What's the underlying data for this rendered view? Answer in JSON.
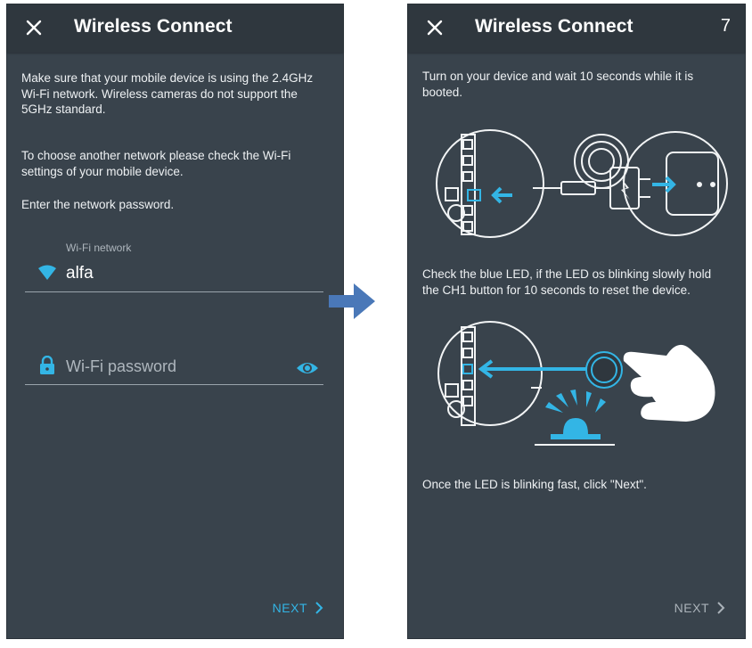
{
  "left_screen": {
    "title": "Wireless Connect",
    "para1": "Make sure that your mobile device is using the 2.4GHz Wi-Fi network. Wireless cameras do not support the 5GHz standard.",
    "para2": "To choose another network please check the Wi-Fi settings of your mobile device.",
    "para3": "Enter the network password.",
    "wifi_label": "Wi-Fi network",
    "wifi_value": "alfa",
    "password_placeholder": "Wi-Fi password",
    "next_label": "NEXT"
  },
  "right_screen": {
    "title": "Wireless Connect",
    "step": "7",
    "para1": "Turn on your device and wait 10 seconds while it is booted.",
    "para2": "Check the blue LED, if the LED os blinking slowly hold the CH1 button for 10 seconds to reset the device.",
    "para3": "Once the LED is blinking fast, click \"Next\".",
    "next_label": "NEXT"
  },
  "icons": [
    "close-icon",
    "wifi-icon",
    "lock-icon",
    "eye-icon",
    "chevron-right-icon",
    "arrow-right-icon"
  ],
  "colors": {
    "background": "#39434c",
    "appbar": "#2f373e",
    "accent": "#33b5e5",
    "arrow": "#4a78b8",
    "disabled": "#aab2b9"
  }
}
